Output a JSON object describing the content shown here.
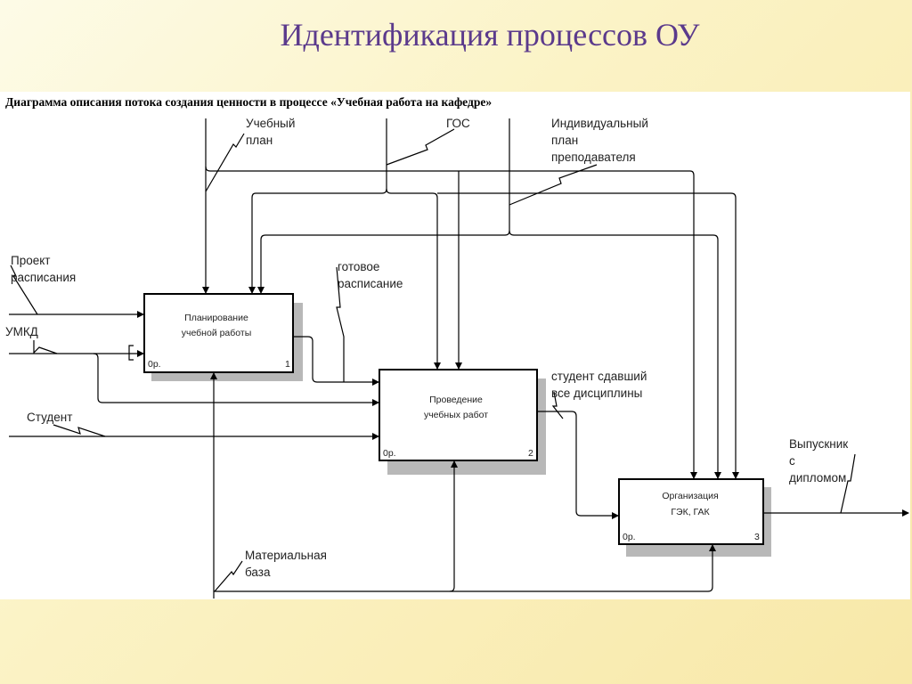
{
  "slide": {
    "title": "Идентификация процессов ОУ"
  },
  "diagram": {
    "caption": "Диаграмма описания потока создания ценности в процессе «Учебная работа на кафедре»",
    "boxes": [
      {
        "line1": "Планирование",
        "line2": "учебной работы",
        "cost": "0р.",
        "number": "1"
      },
      {
        "line1": "Проведение",
        "line2": "учебных работ",
        "cost": "0р.",
        "number": "2"
      },
      {
        "line1": "Организация",
        "line2": "ГЭК, ГАК",
        "cost": "0р.",
        "number": "3"
      }
    ],
    "arrows": {
      "uchebny_plan": [
        "Учебный",
        "план"
      ],
      "gos": [
        "ГОС"
      ],
      "ind_plan": [
        "Индивидуальный",
        "план",
        "преподавателя"
      ],
      "proekt": [
        "Проект",
        "расписания"
      ],
      "umkd": [
        "УМКД"
      ],
      "student": [
        "Студент"
      ],
      "gotovoe": [
        "готовое",
        "расписание"
      ],
      "sdavshiy": [
        "студент сдавший",
        "все дисциплины"
      ],
      "vypusknik": [
        "Выпускник",
        "с",
        "дипломом"
      ],
      "baza": [
        "Материальная",
        "база"
      ]
    }
  }
}
